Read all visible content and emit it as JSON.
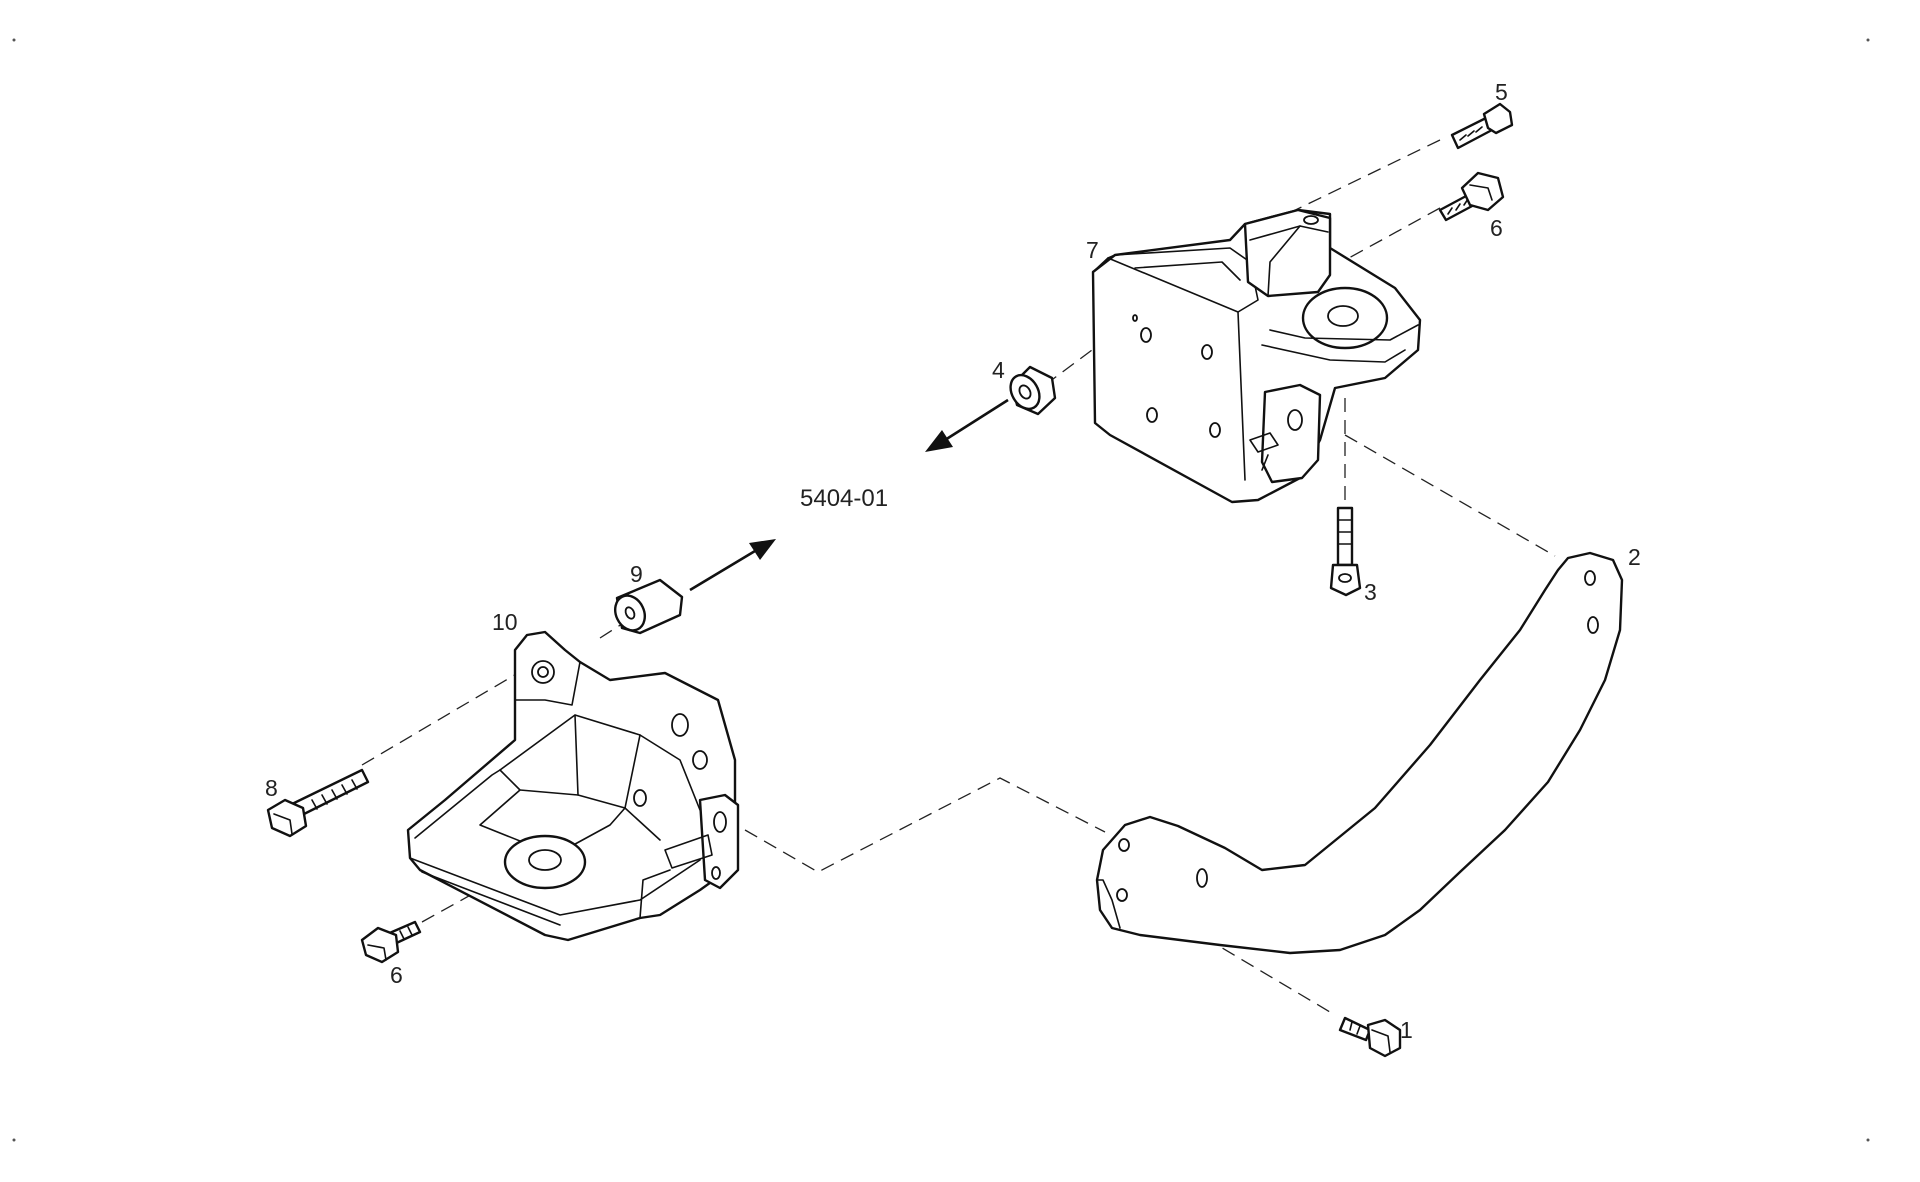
{
  "diagram": {
    "reference": "5404-01",
    "callouts": {
      "c1": "1",
      "c2": "2",
      "c3": "3",
      "c4": "4",
      "c5": "5",
      "c6a": "6",
      "c6b": "6",
      "c7": "7",
      "c8": "8",
      "c9": "9",
      "c10": "10"
    }
  }
}
